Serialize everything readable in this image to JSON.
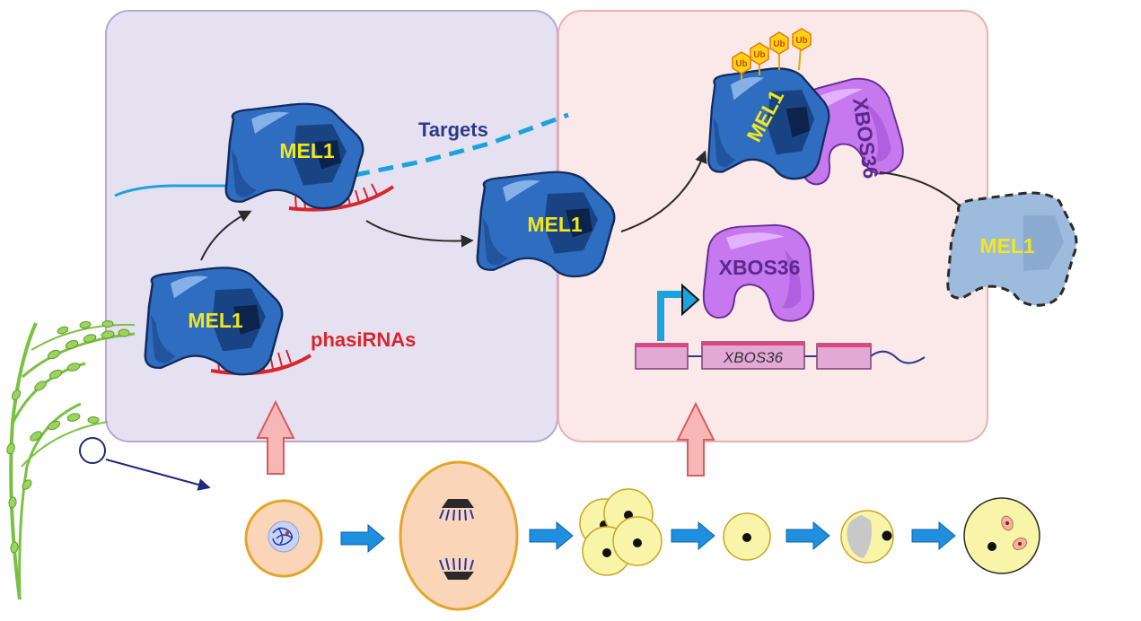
{
  "labels": {
    "mel1": "MEL1",
    "targets": "Targets",
    "phasirnas": "phasiRNAs",
    "xbos36_protein": "XBOS36",
    "xbos36_gene": "XBOS36",
    "ub": "Ub"
  },
  "colors": {
    "left_panel_fill": "#e6e1f0",
    "left_panel_stroke": "#b5a8d5",
    "right_panel_fill": "#fbe8e8",
    "right_panel_stroke": "#eab1b1",
    "protein_blue": "#2f6dc1",
    "protein_dark": "#15386e",
    "degraded_blue": "#9dbbdc",
    "xbos_purple": "#c678ee",
    "rna_red": "#d8262e",
    "mrna_cyan": "#1aa3dc",
    "cell_yellow": "#f8f4a8",
    "cell_peach": "#fbd5b8",
    "cell_border": "#e4a628",
    "stage_arrow": "#1f8fe0",
    "up_arrow_fill": "#f7b7b7",
    "up_arrow_stroke": "#d95c5c",
    "plant_green": "#7ac143",
    "exon_pink": "#e2a8d6"
  }
}
